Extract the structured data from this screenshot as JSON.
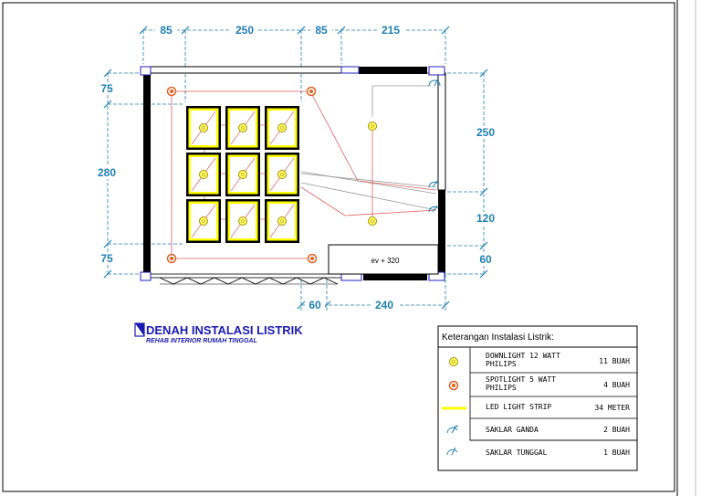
{
  "drawing": {
    "title": "DENAH INSTALASI LISTRIK",
    "subtitle": "REHAB INTERIOR RUMAH TINGGAL",
    "elevation_label": "ev + 320"
  },
  "dimensions": {
    "top": [
      "85",
      "250",
      "85",
      "215"
    ],
    "left": [
      "75",
      "280",
      "75"
    ],
    "right": [
      "250",
      "120",
      "60"
    ],
    "bottom": [
      "60",
      "240"
    ]
  },
  "legend": {
    "title": "Keterangan Instalasi Listrik:",
    "rows": [
      {
        "symbol": "downlight-icon",
        "name_1": "DOWNLIGHT 12 WATT",
        "name_2": "PHILIPS",
        "qty": "11 BUAH"
      },
      {
        "symbol": "spotlight-icon",
        "name_1": "SPOTLIGHT 5 WATT",
        "name_2": "PHILIPS",
        "qty": "4 BUAH"
      },
      {
        "symbol": "led-strip-icon",
        "name_1": "LED LIGHT STRIP",
        "name_2": "",
        "qty": "34 METER"
      },
      {
        "symbol": "double-switch-icon",
        "name_1": "SAKLAR GANDA",
        "name_2": "",
        "qty": "2 BUAH"
      },
      {
        "symbol": "single-switch-icon",
        "name_1": "SAKLAR TUNGGAL",
        "name_2": "",
        "qty": "1 BUAH"
      }
    ]
  },
  "colors": {
    "dimension": "#1f7fb4",
    "wiring": "#e06060",
    "led_strip": "#ffff00",
    "downlight_fill": "#ffff66",
    "spotlight": "#e06020",
    "title": "#1a1ab0"
  }
}
